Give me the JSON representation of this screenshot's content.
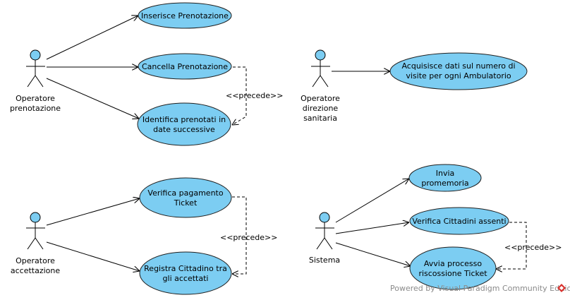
{
  "actors": {
    "operatore_prenotazione": [
      "Operatore",
      "prenotazione"
    ],
    "operatore_direzione": [
      "Operatore",
      "direzione",
      "sanitaria"
    ],
    "operatore_accettazione": [
      "Operatore",
      "accettazione"
    ],
    "sistema": [
      "Sistema"
    ]
  },
  "use_cases": {
    "inserisce_prenotazione": [
      "Inserisce Prenotazione"
    ],
    "cancella_prenotazione": [
      "Cancella Prenotazione"
    ],
    "identifica_prenotati": [
      "Identifica prenotati in",
      "date successive"
    ],
    "acquisisce_dati": [
      "Acquisisce dati sul numero di",
      "visite per ogni Ambulatorio"
    ],
    "verifica_pagamento": [
      "Verifica pagamento",
      "Ticket"
    ],
    "registra_cittadino": [
      "Registra Cittadino tra",
      "gli accettati"
    ],
    "invia_promemoria": [
      "Invia",
      "promemoria"
    ],
    "verifica_assenti": [
      "Verifica Cittadini assenti"
    ],
    "avvia_processo": [
      "Avvia processo",
      "riscossione Ticket"
    ]
  },
  "relations": {
    "precede_1": "<<precede>>",
    "precede_2": "<<precede>>",
    "precede_3": "<<precede>>"
  },
  "watermark": "Powered by Visual Paradigm Community Edition",
  "colors": {
    "use_case_fill": "#7ccdf2",
    "actor_fill": "#7ccdf2",
    "logo": "#d9302c"
  }
}
